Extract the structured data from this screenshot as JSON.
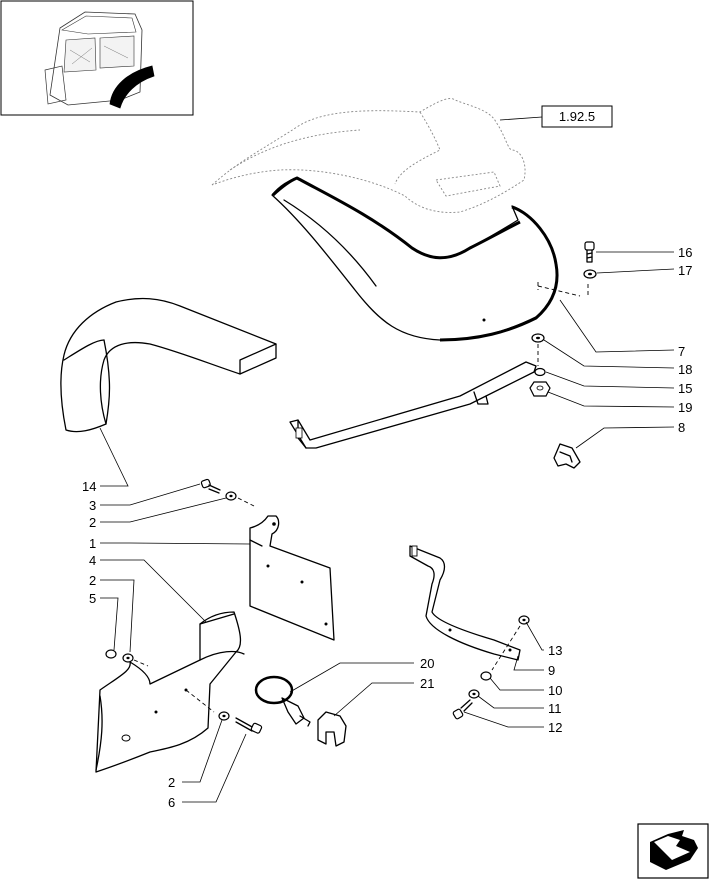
{
  "reference_box": {
    "label": "1.92.5"
  },
  "callouts": [
    {
      "id": "16",
      "text": "16"
    },
    {
      "id": "17",
      "text": "17"
    },
    {
      "id": "7",
      "text": "7"
    },
    {
      "id": "18",
      "text": "18"
    },
    {
      "id": "15",
      "text": "15"
    },
    {
      "id": "19",
      "text": "19"
    },
    {
      "id": "8",
      "text": "8"
    },
    {
      "id": "14",
      "text": "14"
    },
    {
      "id": "3",
      "text": "3"
    },
    {
      "id": "2a",
      "text": "2"
    },
    {
      "id": "1",
      "text": "1"
    },
    {
      "id": "4",
      "text": "4"
    },
    {
      "id": "2b",
      "text": "2"
    },
    {
      "id": "5",
      "text": "5"
    },
    {
      "id": "20",
      "text": "20"
    },
    {
      "id": "21",
      "text": "21"
    },
    {
      "id": "2c",
      "text": "2"
    },
    {
      "id": "6",
      "text": "6"
    },
    {
      "id": "13",
      "text": "13"
    },
    {
      "id": "9",
      "text": "9"
    },
    {
      "id": "10",
      "text": "10"
    },
    {
      "id": "11",
      "text": "11"
    },
    {
      "id": "12",
      "text": "12"
    }
  ],
  "icons": {
    "thumbnail": "tractor-cab-thumbnail-icon",
    "next_page": "next-page-arrow-icon"
  }
}
